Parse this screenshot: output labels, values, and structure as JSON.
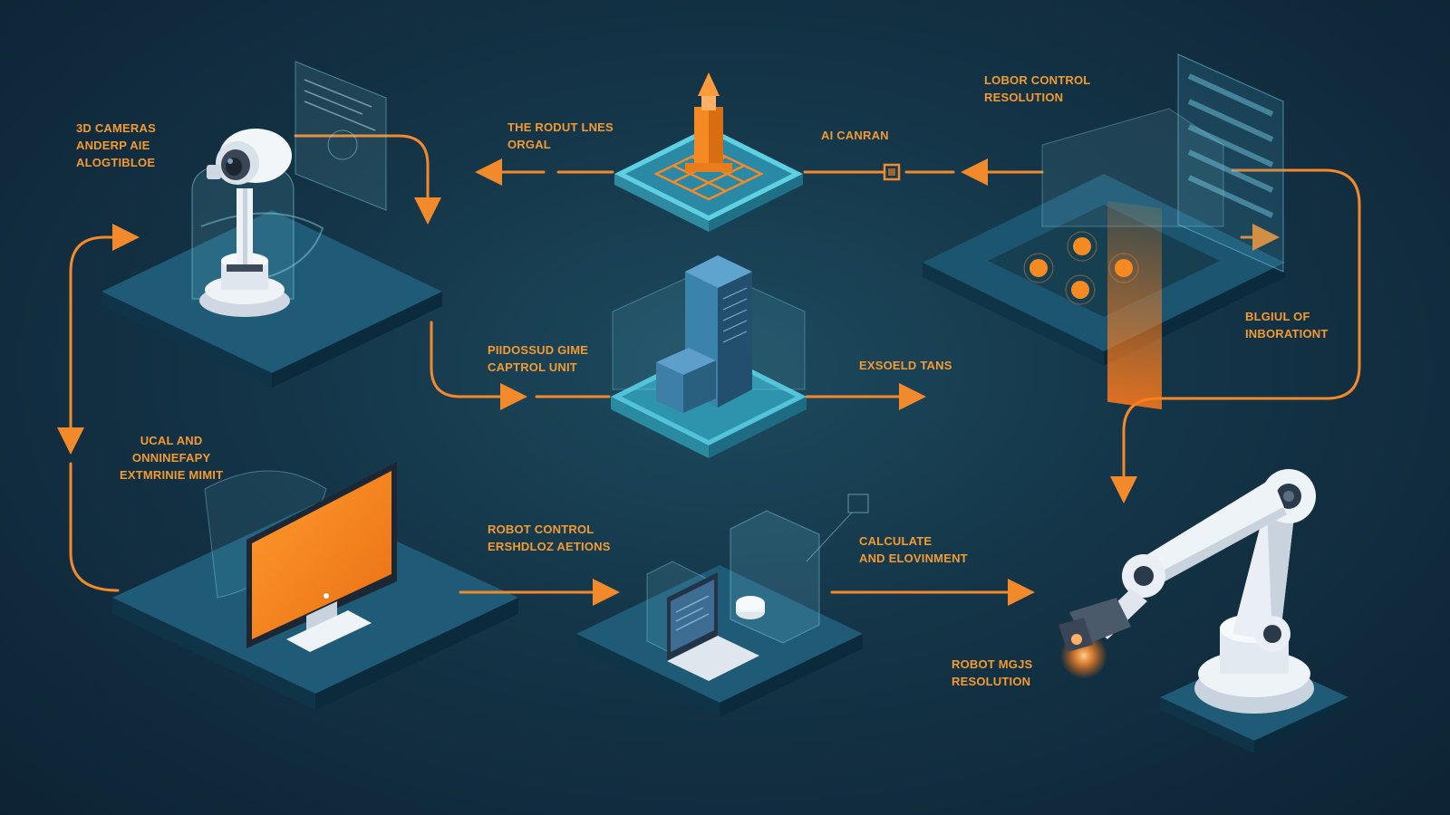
{
  "colors": {
    "accent": "#f2892a",
    "platform_top": "#1f5b76",
    "platform_side": "#0f3347",
    "platform_glow": "#52c3d8",
    "background": "#143447"
  },
  "labels": {
    "cameras": [
      "3D CAMERAS",
      "ANDERP AIE",
      "ALOGTIBLOE"
    ],
    "robot_lines": [
      "THE RODUT LNES",
      "ORGAL"
    ],
    "ai_canran": [
      "AI CANRAN"
    ],
    "lobor_control": [
      "LOBOR CONTROL",
      "RESOLUTION"
    ],
    "processing": [
      "PIIDOSSUD GIME",
      "CAPTROL UNIT"
    ],
    "exsoeld": [
      "EXSOELD TANS"
    ],
    "integration": [
      "BLGIUL OF",
      "INBORATIONT"
    ],
    "local_and": [
      "UCAL AND",
      "ONNINEFAPY",
      "EXTMRINIE MIMIT"
    ],
    "robot_control_actions": [
      "ROBOT CONTROL",
      "ERSHDLOZ AETIONS"
    ],
    "calculate": [
      "CALCULATE",
      "AND ELOVINMENT"
    ],
    "robot_resolution": [
      "ROBOT MGJS",
      "RESOLUTION"
    ]
  },
  "icons": [
    "security-camera-icon",
    "chip-grid-icon",
    "server-rack-icon",
    "holographic-panel-icon",
    "monitor-icon",
    "laptop-workstation-icon",
    "robotic-arm-icon"
  ]
}
